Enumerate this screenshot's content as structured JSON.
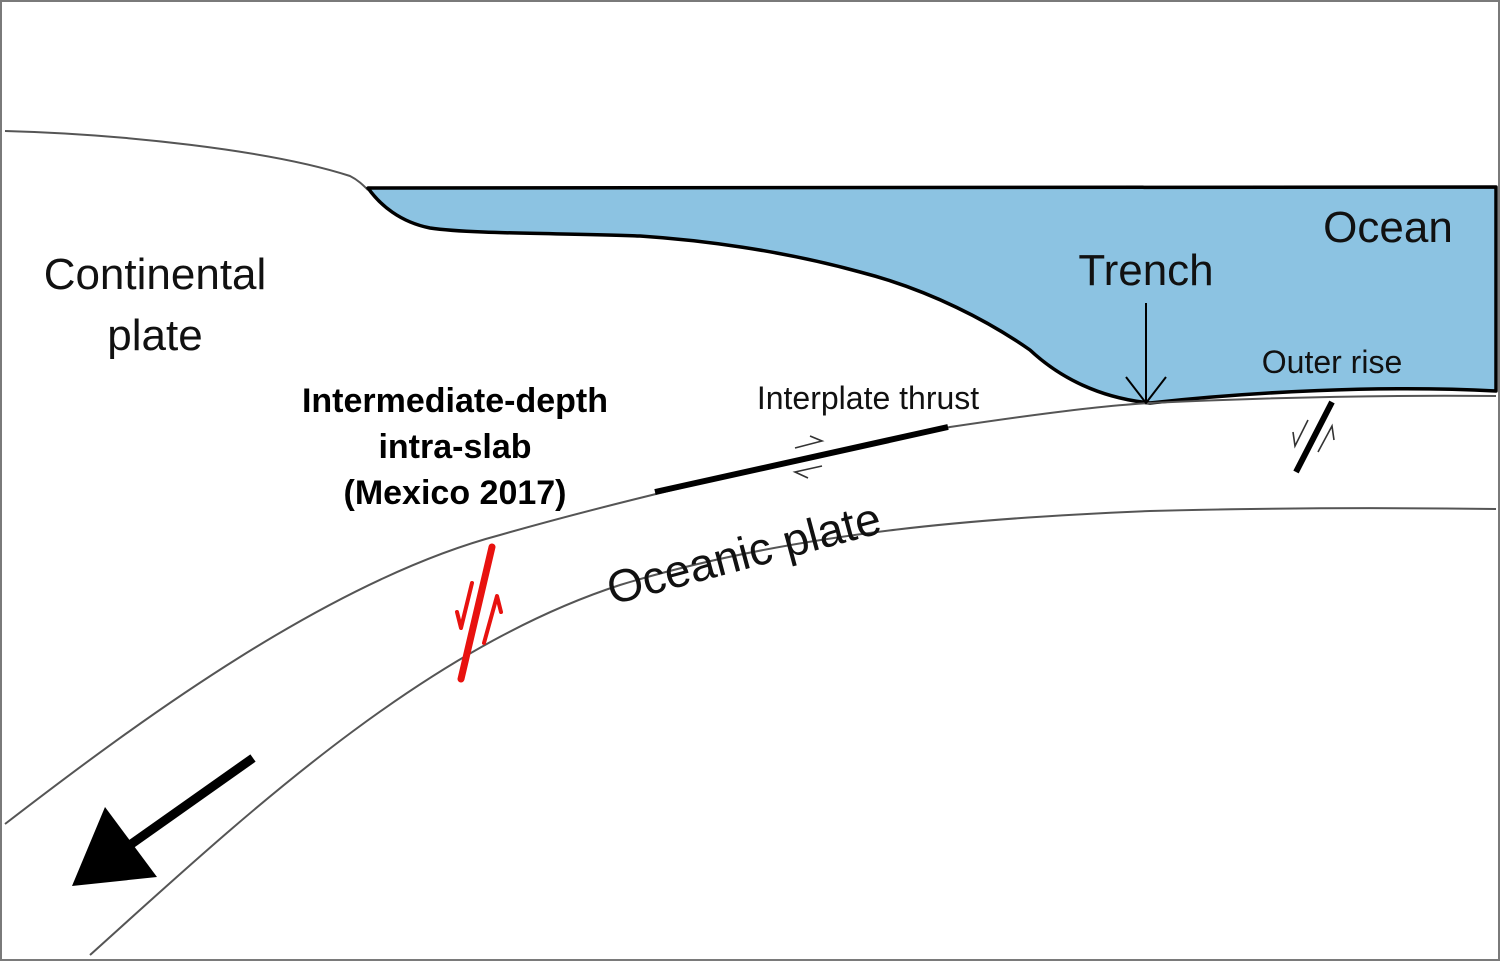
{
  "labels": {
    "continental_line1": "Continental",
    "continental_line2": "plate",
    "ocean": "Ocean",
    "trench": "Trench",
    "outer_rise": "Outer rise",
    "interplate_thrust": "Interplate thrust",
    "intraslab_line1": "Intermediate-depth",
    "intraslab_line2": "intra-slab",
    "intraslab_line3": "(Mexico 2017)",
    "oceanic_plate": "Oceanic plate"
  },
  "colors": {
    "ocean_fill": "#8cc3e2",
    "highlight_fault": "#e8120f",
    "outline": "#000000",
    "thin_line": "#555555"
  },
  "icons": {
    "subduction_direction": "arrow-down-left-icon",
    "trench_pointer": "arrow-down-icon"
  }
}
